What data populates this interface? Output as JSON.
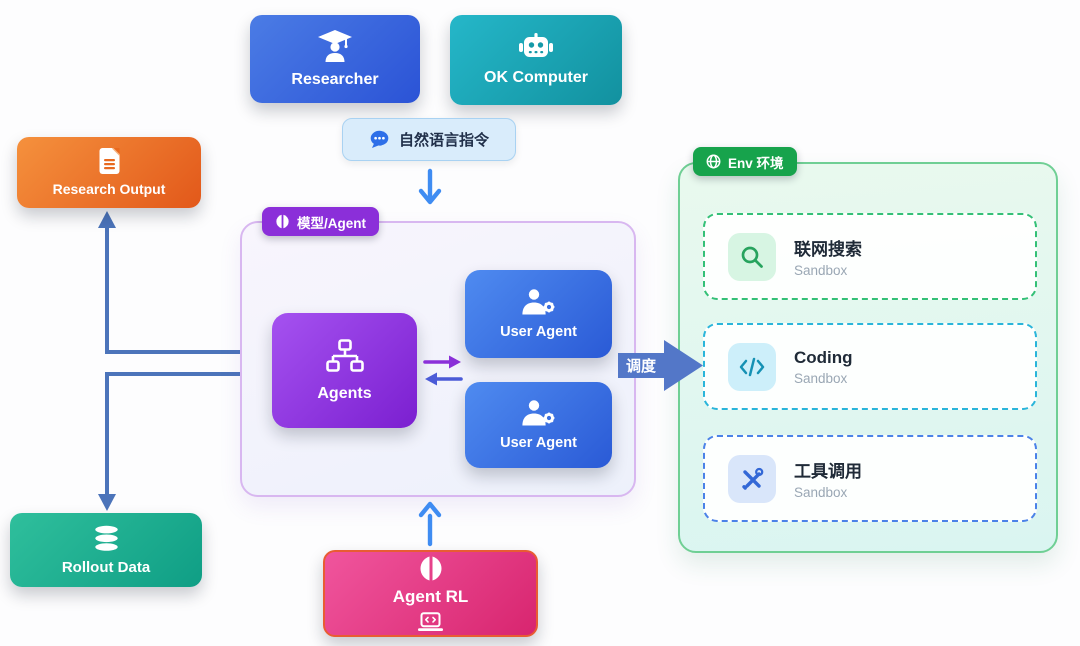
{
  "nodes": {
    "researcher": {
      "label": "Researcher",
      "icon": "graduate-icon"
    },
    "ok_computer": {
      "label": "OK Computer",
      "icon": "robot-icon"
    },
    "nl_instruction": {
      "label": "自然语言指令",
      "icon": "chat-bubble-icon"
    },
    "research_output": {
      "label": "Research Output",
      "icon": "document-icon"
    },
    "rollout_data": {
      "label": "Rollout Data",
      "icon": "database-icon"
    },
    "agent_rl": {
      "label": "Agent RL",
      "icon": "brain-icon",
      "icon_bottom": "laptop-code-icon"
    }
  },
  "model_agent_group": {
    "badge": "模型/Agent",
    "badge_icon": "split-circle-icon",
    "agents": {
      "label": "Agents",
      "icon": "sitemap-icon"
    },
    "user_agent_1": {
      "label": "User Agent",
      "icon": "user-gear-icon"
    },
    "user_agent_2": {
      "label": "User Agent",
      "icon": "user-gear-icon"
    }
  },
  "dispatch": {
    "label": "调度"
  },
  "env_group": {
    "badge": "Env 环境",
    "badge_icon": "globe-icon",
    "sandboxes": [
      {
        "title": "联网搜索",
        "subtitle": "Sandbox",
        "icon": "search-icon",
        "accent": "#34c077"
      },
      {
        "title": "Coding",
        "subtitle": "Sandbox",
        "icon": "code-icon",
        "accent": "#2ab5da"
      },
      {
        "title": "工具调用",
        "subtitle": "Sandbox",
        "icon": "tools-icon",
        "accent": "#4b82e8"
      }
    ]
  },
  "colors": {
    "researcher": "#3a63dd",
    "ok_computer": "#18a0b0",
    "model_badge": "#8b2fd9",
    "agents_box": "#9333ea",
    "user_agent_box": "#3b6fe0",
    "env_badge": "#17a34c",
    "research_output": "#ea6a20",
    "rollout_data": "#16a288",
    "agent_rl": "#e23286",
    "agent_rl_border": "#e85c33",
    "connector_line": "#4c74ba",
    "flow_arrow": "#3f8cf2",
    "dispatch_arrow": "#5377c8",
    "swap_arrow_top": "#8b30d9",
    "swap_arrow_bottom": "#4b5bd7"
  }
}
